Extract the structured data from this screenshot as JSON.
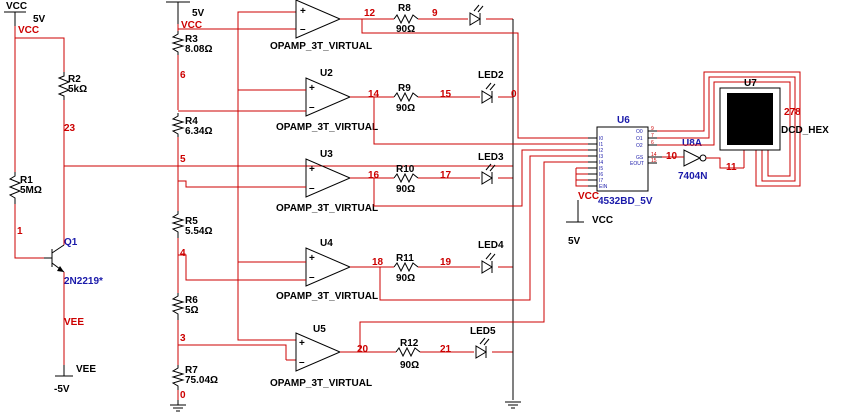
{
  "supplies": {
    "vcc_label": "VCC",
    "vcc_value": "5V",
    "vcc_net": "VCC",
    "vee_label": "VEE",
    "vee_value": "-5V",
    "vee_net": "VEE"
  },
  "transistor_branch": {
    "r1_ref": "R1",
    "r1_value": "5MΩ",
    "r2_ref": "R2",
    "r2_value": "5kΩ",
    "q1_ref": "Q1",
    "q1_model": "2N2219*",
    "net_1": "1",
    "net_23": "23",
    "net_5": "5"
  },
  "ladder": {
    "vcc_value": "5V",
    "vcc_net": "VCC",
    "resistors": [
      {
        "ref": "R3",
        "value": "8.08Ω"
      },
      {
        "ref": "R4",
        "value": "6.34Ω"
      },
      {
        "ref": "R5",
        "value": "5.54Ω"
      },
      {
        "ref": "R6",
        "value": "5Ω"
      },
      {
        "ref": "R7",
        "value": "75.04Ω"
      }
    ],
    "nets": [
      "6",
      "5",
      "4",
      "3",
      "0"
    ]
  },
  "opamps": [
    {
      "ref": "",
      "model": "OPAMP_3T_VIRTUAL",
      "out_net": "12",
      "res_ref": "R8",
      "res_value": "90Ω",
      "led_net": "9",
      "led_ref": ""
    },
    {
      "ref": "U2",
      "model": "OPAMP_3T_VIRTUAL",
      "out_net": "14",
      "res_ref": "R9",
      "res_value": "90Ω",
      "led_net": "15",
      "led_ref": "LED2"
    },
    {
      "ref": "U3",
      "model": "OPAMP_3T_VIRTUAL",
      "out_net": "16",
      "res_ref": "R10",
      "res_value": "90Ω",
      "led_net": "17",
      "led_ref": "LED3"
    },
    {
      "ref": "U4",
      "model": "OPAMP_3T_VIRTUAL",
      "out_net": "18",
      "res_ref": "R11",
      "res_value": "90Ω",
      "led_net": "19",
      "led_ref": "LED4"
    },
    {
      "ref": "U5",
      "model": "OPAMP_3T_VIRTUAL",
      "out_net": "20",
      "res_ref": "R12",
      "res_value": "90Ω",
      "led_net": "21",
      "led_ref": "LED5"
    }
  ],
  "encoder": {
    "ref": "U6",
    "model": "4532BD_5V",
    "vcc_net": "VCC",
    "vcc_label": "VCC",
    "vcc_value": "5V",
    "left_pins": [
      "I0",
      "I1",
      "I2",
      "I3",
      "I4",
      "I5",
      "I6",
      "I7",
      "EIN"
    ],
    "right_pins": [
      "O0",
      "O1",
      "O2",
      "GS",
      "EOUT"
    ],
    "right_pin_numbers": [
      "9",
      "7",
      "6",
      "14",
      "15"
    ]
  },
  "inverter": {
    "ref": "U8A",
    "model": "7404N",
    "in_net": "10",
    "out_net": "11"
  },
  "display": {
    "ref": "U7",
    "model": "DCD_HEX",
    "net_label": "278"
  }
}
